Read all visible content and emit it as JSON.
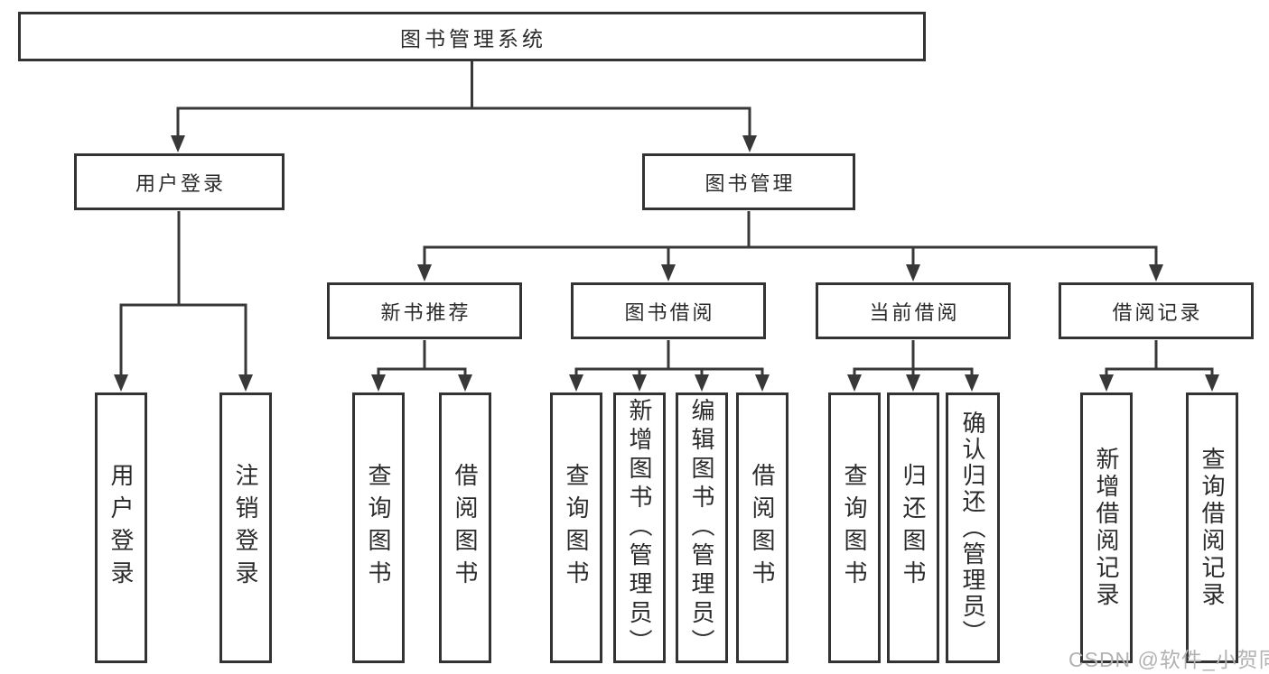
{
  "colors": {
    "line": "#383838",
    "box_border": "#333333",
    "text": "#2b2b2b",
    "watermark": "#b2b2b2",
    "background": "#ffffff"
  },
  "tree": {
    "root": "图书管理系统",
    "branches": [
      {
        "label": "用户登录",
        "children": [
          "用户登录",
          "注销登录"
        ]
      },
      {
        "label": "图书管理",
        "sections": [
          {
            "label": "新书推荐",
            "children": [
              "查询图书",
              "借阅图书"
            ]
          },
          {
            "label": "图书借阅",
            "children": [
              "查询图书",
              "新增图书（管理员）",
              "编辑图书（管理员）",
              "借阅图书"
            ]
          },
          {
            "label": "当前借阅",
            "children": [
              "查询图书",
              "归还图书",
              "确认归还（管理员）"
            ]
          },
          {
            "label": "借阅记录",
            "children": [
              "新增借阅记录",
              "查询借阅记录"
            ]
          }
        ]
      }
    ]
  },
  "watermark": "CSDN @软件_小贺同学"
}
